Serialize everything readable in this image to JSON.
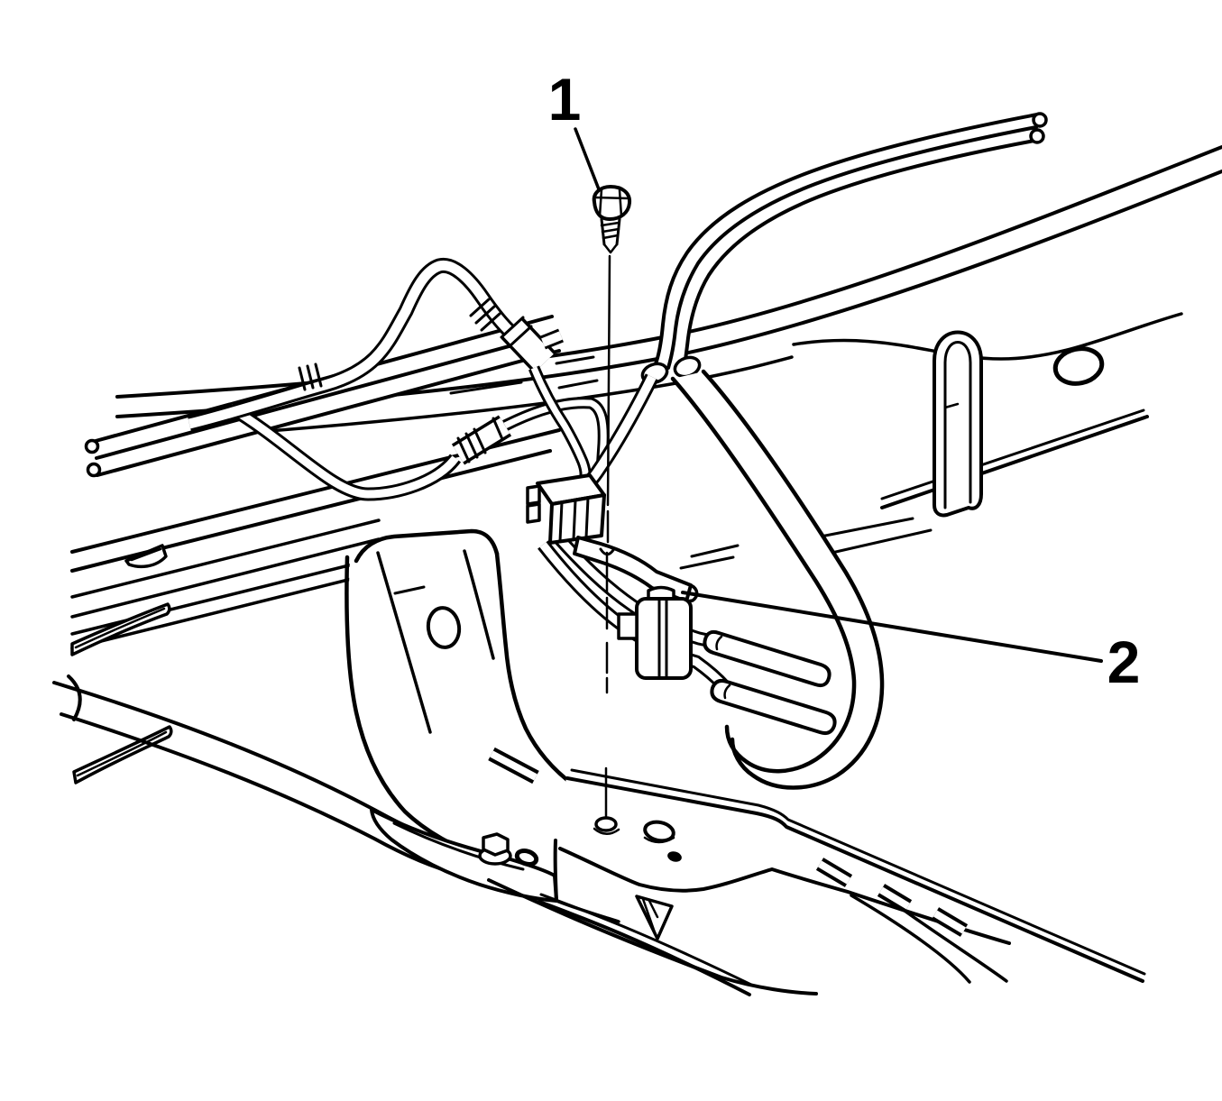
{
  "figure": {
    "kind": "service-manual-line-illustration",
    "background_color": "#ffffff",
    "line_color": "#000000"
  },
  "callouts": [
    {
      "label": "1",
      "target": "mounting-bolt"
    },
    {
      "label": "2",
      "target": "fuel-pipe-retainer-clip"
    }
  ]
}
